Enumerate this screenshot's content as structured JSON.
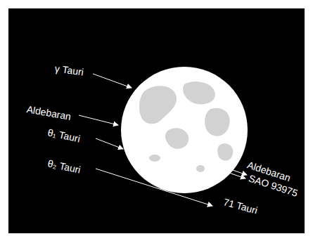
{
  "diagram": {
    "labels": [
      "γ Tauri",
      "Aldebaran",
      "θ₁ Tauri",
      "θ₂ Tauri",
      "Aldebaran",
      "SAO 93975",
      "71 Tauri"
    ]
  }
}
